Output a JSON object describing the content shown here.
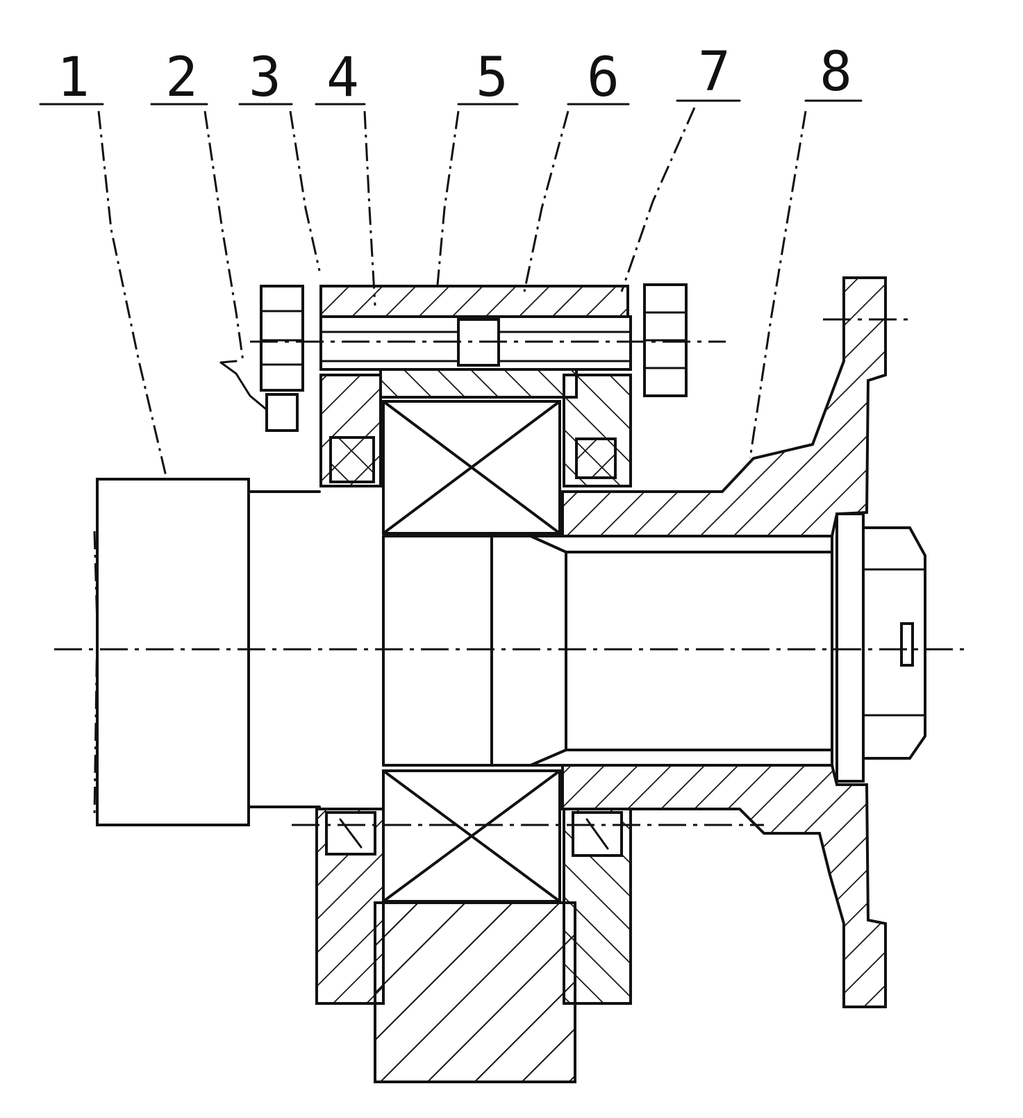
{
  "callouts": [
    {
      "label": "1"
    },
    {
      "label": "2"
    },
    {
      "label": "3"
    },
    {
      "label": "4"
    },
    {
      "label": "5"
    },
    {
      "label": "6"
    },
    {
      "label": "7"
    },
    {
      "label": "8"
    }
  ],
  "colors": {
    "ink": "#111111",
    "paper": "#ffffff"
  }
}
